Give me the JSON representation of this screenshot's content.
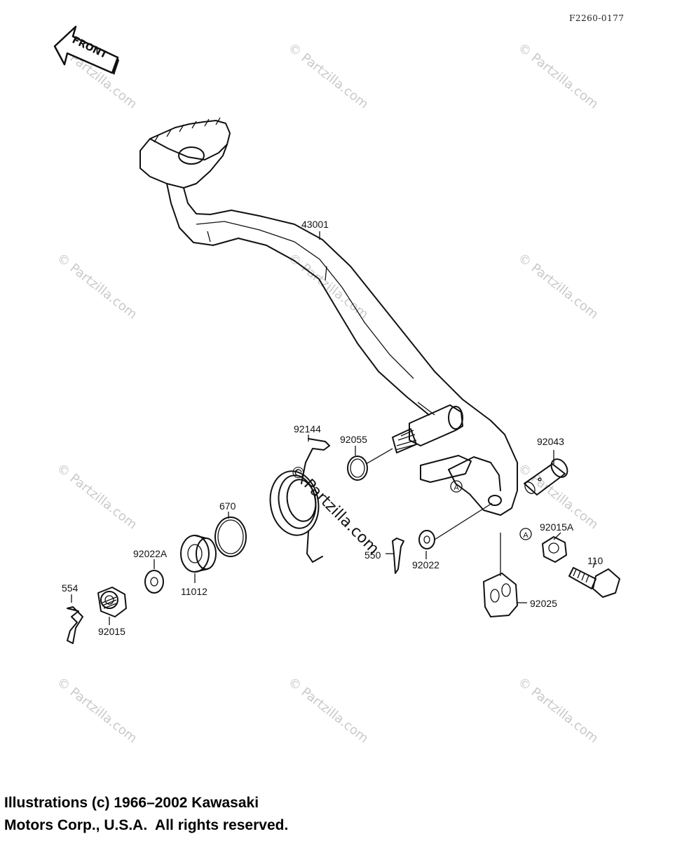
{
  "diagram_code": "F2260-0177",
  "front_arrow_label": "FRONT",
  "watermark_text": "© Partzilla.com",
  "center_watermark_text": "© Partzilla.com",
  "parts": [
    {
      "id": "43001",
      "label": "43001"
    },
    {
      "id": "92144",
      "label": "92144"
    },
    {
      "id": "92055",
      "label": "92055"
    },
    {
      "id": "92043",
      "label": "92043"
    },
    {
      "id": "670",
      "label": "670"
    },
    {
      "id": "92015A",
      "label": "92015A"
    },
    {
      "id": "92022A",
      "label": "92022A"
    },
    {
      "id": "550",
      "label": "550"
    },
    {
      "id": "92022",
      "label": "92022"
    },
    {
      "id": "110",
      "label": "110"
    },
    {
      "id": "554",
      "label": "554"
    },
    {
      "id": "11012",
      "label": "11012"
    },
    {
      "id": "92025",
      "label": "92025"
    },
    {
      "id": "92015",
      "label": "92015"
    }
  ],
  "reference_marker": "A",
  "footer": {
    "line1": "Illustrations (c) 1966–2002 Kawasaki",
    "line2": "Motors Corp., U.S.A.  All rights reserved."
  }
}
